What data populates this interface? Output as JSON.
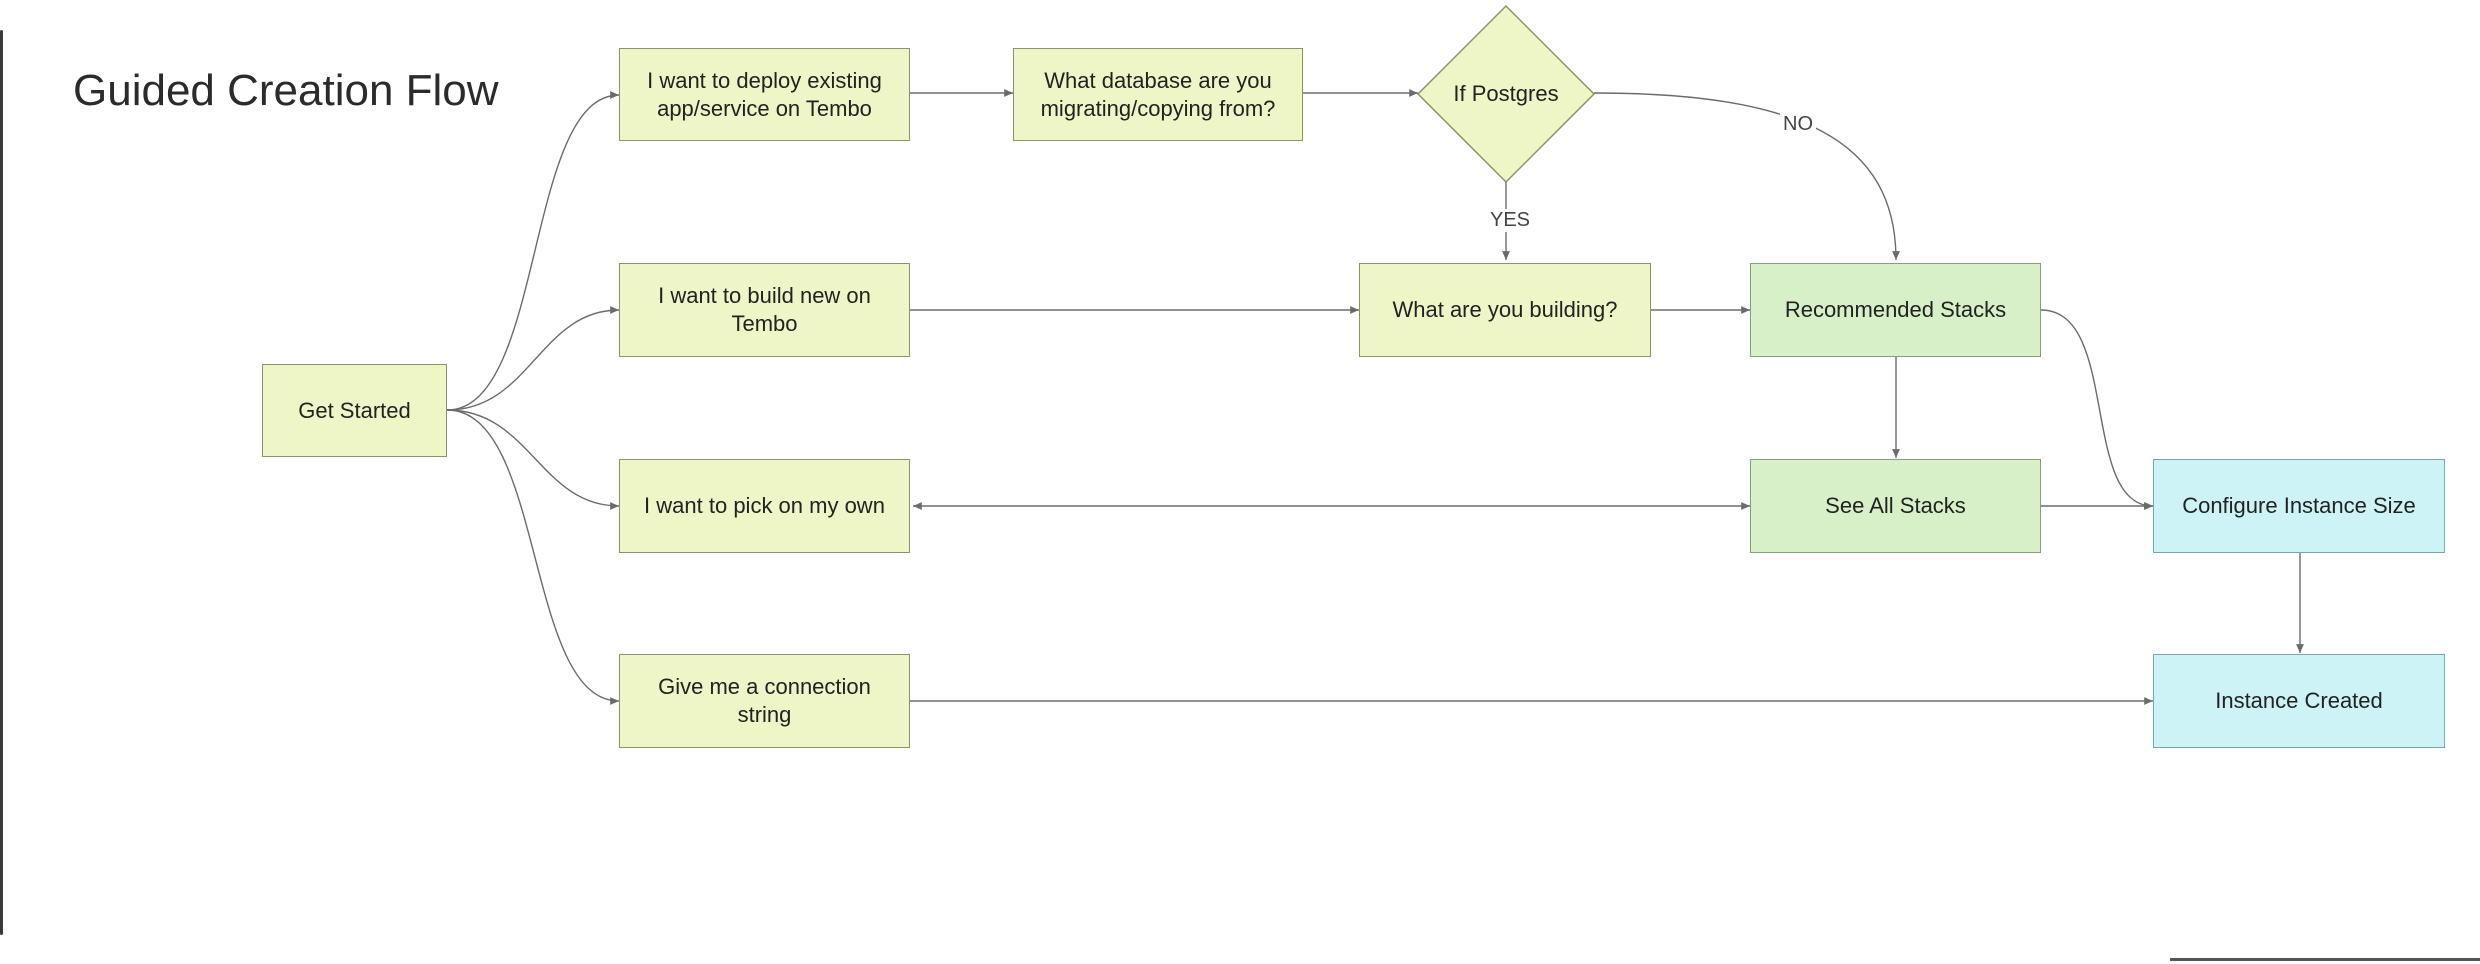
{
  "title": "Guided Creation Flow",
  "nodes": {
    "get_started": "Get Started",
    "deploy_existing": "I want to deploy existing app/service on Tembo",
    "build_new": "I want to build new on Tembo",
    "pick_own": "I want to pick on my own",
    "connection_string": "Give me a connection string",
    "what_database": "What database are you migrating/copying from?",
    "if_postgres": "If Postgres",
    "what_building": "What are you building?",
    "recommended_stacks": "Recommended Stacks",
    "see_all_stacks": "See All Stacks",
    "configure_instance_size": "Configure Instance Size",
    "instance_created": "Instance Created"
  },
  "edge_labels": {
    "yes": "YES",
    "no": "NO"
  },
  "colors": {
    "question_fill": "#eef6c8",
    "stack_fill": "#d8f0c8",
    "instance_fill": "#cdf3f6",
    "edge": "#6b6b6b"
  }
}
